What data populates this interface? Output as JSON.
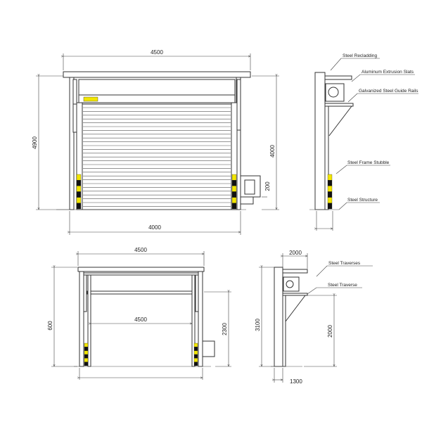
{
  "front_view_top": {
    "width_top": "4500",
    "height_left": "4900",
    "height_right": "4000",
    "motor_dim": "200",
    "width_bottom": "4000"
  },
  "side_view_top": {
    "labels": [
      "Steel Recladding",
      "Aluminum Extrusion Slats",
      "Galvanized Steel Guide Rails",
      "Steel Frame Stubble",
      "Steel Structure"
    ]
  },
  "front_view_bottom": {
    "width_top": "4500",
    "width_inner": "4500",
    "height_left": "600",
    "height_right": "2300"
  },
  "side_view_bottom": {
    "width_top": "2000",
    "height_left": "3100",
    "height_right": "2000",
    "base_width": "1300",
    "labels": [
      "Steel Traverses",
      "Steel Traverse"
    ]
  },
  "colors": {
    "hazard_yellow": "#f2e600",
    "hazard_black": "#111111",
    "line": "#333333",
    "label_tag": "#f2e600"
  }
}
